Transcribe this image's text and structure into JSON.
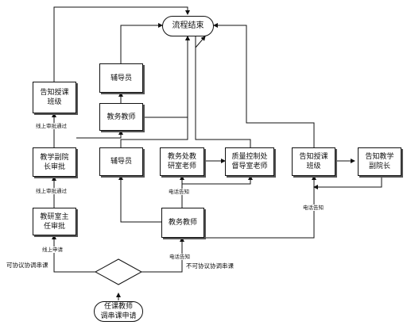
{
  "terminals": {
    "end": "流程结束",
    "start": "任课教师\n调串课申请"
  },
  "boxes": {
    "notify_class_left": "告知授课\n班级",
    "vice_dean_left": "教学副院\n长审批",
    "director": "教研室主\n任审批",
    "counselor_top": "辅导员",
    "teacher_mid": "教务教师",
    "counselor_mid": "辅导员",
    "office_teacher": "教务处教\n研室老师",
    "quality_teacher": "质量控制处\n督导室老师",
    "teacher_low": "教务教师",
    "notify_class_right": "告知授课\n班级",
    "notify_vice_dean": "告知教学\n副院长"
  },
  "labels": {
    "approved_1": "线上审批通过",
    "approved_2": "线上审批通过",
    "online_apply": "线上申请",
    "can_resolve": "可协议协调串课",
    "cannot_resolve": "不可协议协调串课",
    "notify_a": "电话告知",
    "notify_b": "电话告知",
    "notify_c": "电话告知"
  }
}
